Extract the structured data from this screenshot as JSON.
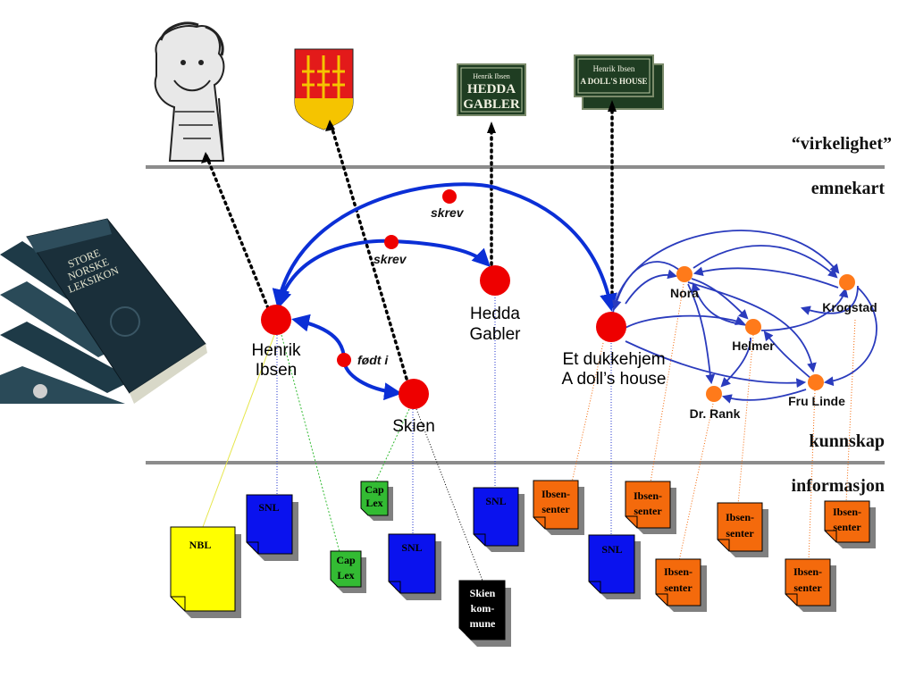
{
  "layers": {
    "reality": "“virkelighet”",
    "topicmap": "emnekart",
    "knowledge": "kunnskap",
    "information": "informasjon"
  },
  "topics": {
    "ibsen": [
      "Henrik",
      "Ibsen"
    ],
    "hedda": [
      "Hedda",
      "Gabler"
    ],
    "dukkehjem": [
      "Et dukkehjem",
      "A doll’s house"
    ],
    "skien": "Skien"
  },
  "associations": {
    "skrev_outer": "skrev",
    "skrev_inner": "skrev",
    "fodt": "født i"
  },
  "characters": {
    "nora": "Nora",
    "helmer": "Helmer",
    "krogstad": "Krogstad",
    "rank": "Dr. Rank",
    "linde": "Fru Linde"
  },
  "reality_images": {
    "hedda_poster": [
      "Henrik Ibsen",
      "HEDDA",
      "GABLER"
    ],
    "doll_poster": [
      "Henrik Ibsen",
      "A DOLL'S HOUSE"
    ],
    "book_spine": [
      "STORE",
      "NORSKE",
      "LEKSIKON"
    ]
  },
  "documents": {
    "nbl": "NBL",
    "snl": "SNL",
    "cap_lex": [
      "Cap",
      "Lex"
    ],
    "skien_kommune": [
      "Skien",
      "kom-",
      "mune"
    ],
    "ibsen_senter": [
      "Ibsen-",
      "senter"
    ]
  },
  "colors": {
    "layer_line": "#8c8c8c",
    "topic_node": "#ee0000",
    "assoc_arrow": "#0b2fd6",
    "char_node": "#ff7a1a",
    "char_arrow": "#2a3bbd",
    "snl": "#0a12ee",
    "nbl": "#ffff00",
    "caplex": "#33bb33",
    "kommune": "#000000",
    "ibsen_senter": "#f46a0c"
  }
}
